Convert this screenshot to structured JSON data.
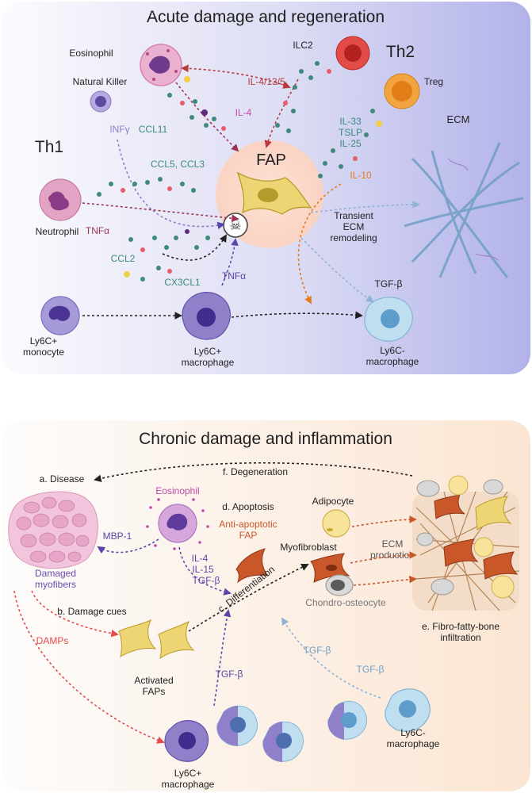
{
  "top": {
    "title": "Acute damage and regeneration",
    "th1": "Th1",
    "th2": "Th2",
    "fap": "FAP",
    "ecm": "ECM",
    "cells": {
      "eosinophil": "Eosinophil",
      "natural_killer": "Natural Killer",
      "ilc2": "ILC2",
      "treg": "Treg",
      "neutrophil": "Neutrophil",
      "ly6c_monocyte": [
        "Ly6C+",
        "monocyte"
      ],
      "ly6c_macrophage": [
        "Ly6C+",
        "macrophage"
      ],
      "ly6c_neg_macrophage": [
        "Ly6C-",
        "macrophage"
      ]
    },
    "signals": {
      "il4135": "IL-4/13/5",
      "il4": "IL-4",
      "ccl11": "CCL11",
      "infg": "INFγ",
      "il33": "IL-33",
      "tslp": "TSLP",
      "il25": "IL-25",
      "ccl5_ccl3": "CCL5, CCL3",
      "tnfa_neutrophil": "TNFα",
      "il10": "IL-10",
      "ccl2": "CCL2",
      "cx3cl1": "CX3CL1",
      "tnfa_macrophage": "TNFα",
      "tgfb": "TGF-β"
    },
    "ecm_remodeling": [
      "Transient",
      "ECM",
      "remodeling"
    ]
  },
  "bottom": {
    "title": "Chronic damage and inflammation",
    "disease": "a. Disease",
    "degeneration": "f. Degeneration",
    "eosinophil": "Eosinophil",
    "apoptosis": "d. Apoptosis",
    "adipocyte": "Adipocyte",
    "anti_apoptotic": [
      "Anti-apoptotic",
      "FAP"
    ],
    "myofibroblast": "Myofibroblast",
    "ecm_production": [
      "ECM",
      "production"
    ],
    "mbp1": "MBP-1",
    "eos_signals": [
      "IL-4",
      "IL-15",
      "TGF-β"
    ],
    "damaged_myofibers": [
      "Damaged",
      "myofibers"
    ],
    "chondro": "Chondro-osteocyte",
    "differentiation": "c. Differentiation",
    "damage_cues": "b. Damage cues",
    "damps": "DAMPs",
    "infiltration": [
      "e. Fibro-fatty-bone",
      "infiltration"
    ],
    "activated_faps": [
      "Activated",
      "FAPs"
    ],
    "tgfb_left": "TGF-β",
    "tgfb_mid": "TGF-β",
    "tgfb_right": "TGF-β",
    "ly6c_macrophage": [
      "Ly6C+",
      "macrophage"
    ],
    "ly6c_neg_macrophage": [
      "Ly6C-",
      "macrophage"
    ]
  },
  "colors": {
    "top_panel_left": "#fafafd",
    "top_panel_right": "#b3b3ea",
    "bottom_panel_left": "#fdfcfb",
    "bottom_panel_right": "#fbe7d6",
    "eosinophil": "#e7a2c5",
    "eos_purple": "#6d3a8c",
    "il_red": "#b83a3a",
    "il4_pink": "#c14aa8",
    "teal_text": "#3d8a7c",
    "orange": "#e37a1f",
    "purple_text": "#6a4bb0",
    "fap_yellow": "#ecd572",
    "fap_halo": "#fbdac9",
    "myofibroblast": "#c9572a",
    "macrophage": "#8f80c9",
    "ly6c_neg": "#bfdff0",
    "ecm_blue": "#6f9fc4",
    "dashed_black": "#222222",
    "blue_arrow": "#8fb3d5",
    "damps_red": "#e64b4b"
  }
}
